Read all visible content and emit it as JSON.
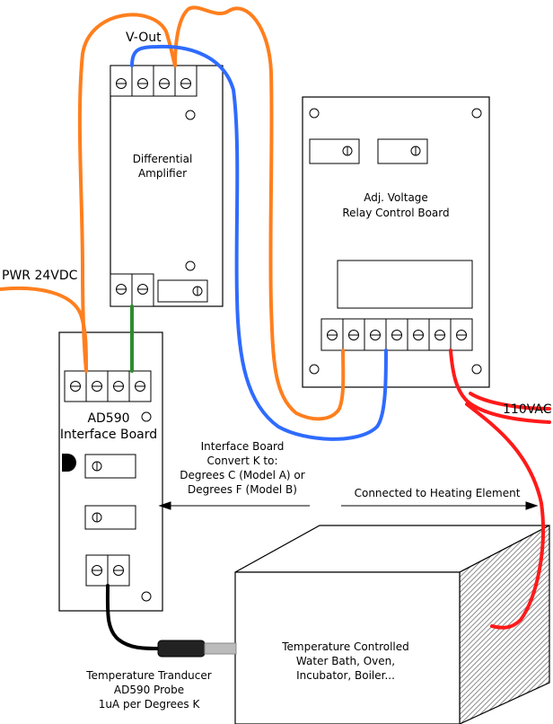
{
  "labels": {
    "v_out": "V-Out",
    "pwr": "PWR 24VDC",
    "ac": "110VAC",
    "diff_amp_line1": "Differential",
    "diff_amp_line2": "Amplifier",
    "relay_line1": "Adj. Voltage",
    "relay_line2": "Relay Control Board",
    "interface_line1": "AD590",
    "interface_line2": "Interface Board",
    "convert_line1": "Interface Board",
    "convert_line2": "Convert K to:",
    "convert_line3": "Degrees C (Model A) or",
    "convert_line4": "Degrees F (Model B)",
    "heating": "Connected to Heating Element",
    "chamber_line1": "Temperature Controlled",
    "chamber_line2": "Water Bath, Oven,",
    "chamber_line3": "Incubator, Boiler...",
    "probe_line1": "Temperature Tranducer",
    "probe_line2": "AD590 Probe",
    "probe_line3": "1uA per Degrees K"
  },
  "colors": {
    "orange_wire": "#ff7f1e",
    "blue_wire": "#2f6bff",
    "red_wire": "#ff1a1a",
    "green_wire": "#2e8b2e",
    "black_wire": "#000000",
    "probe_body": "#222222",
    "probe_tip": "#bbbbbb",
    "hatch": "#999999"
  }
}
